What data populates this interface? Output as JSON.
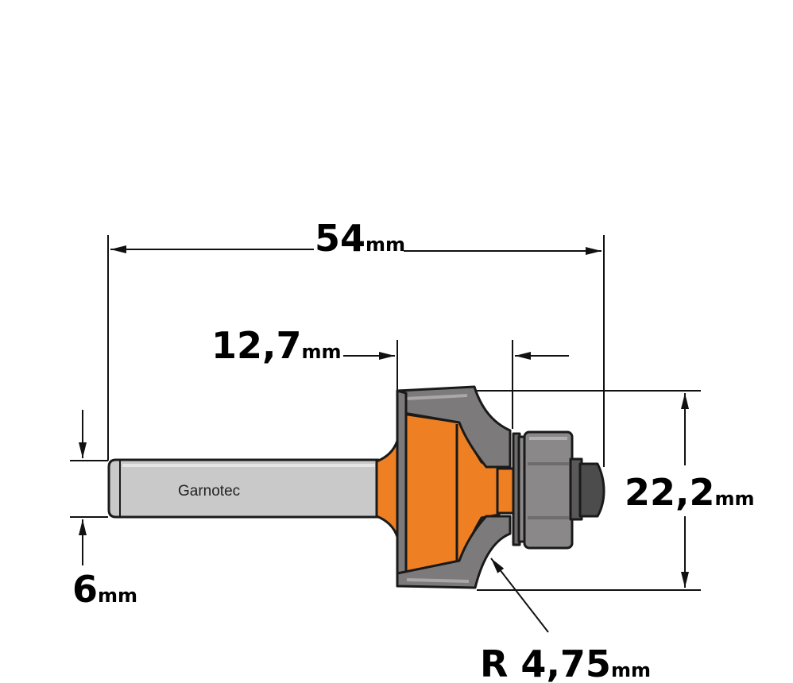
{
  "brand": "Garnotec",
  "dimensions": {
    "overall_length": {
      "value": "54",
      "unit": "mm"
    },
    "cutting_height": {
      "value": "12,7",
      "unit": "mm"
    },
    "cutting_diameter": {
      "value": "22,2",
      "unit": "mm"
    },
    "shank_diameter": {
      "value": "6",
      "unit": "mm"
    },
    "radius": {
      "value": "R 4,75",
      "unit": "mm"
    }
  },
  "colors": {
    "cutter_body": "#ee7f22",
    "shank": "#c9c9c9",
    "carbide": "#7c7a7a",
    "bearing": "#8a8888",
    "bearing_screw": "#4c4c4c",
    "outline": "#1a1a1a"
  }
}
